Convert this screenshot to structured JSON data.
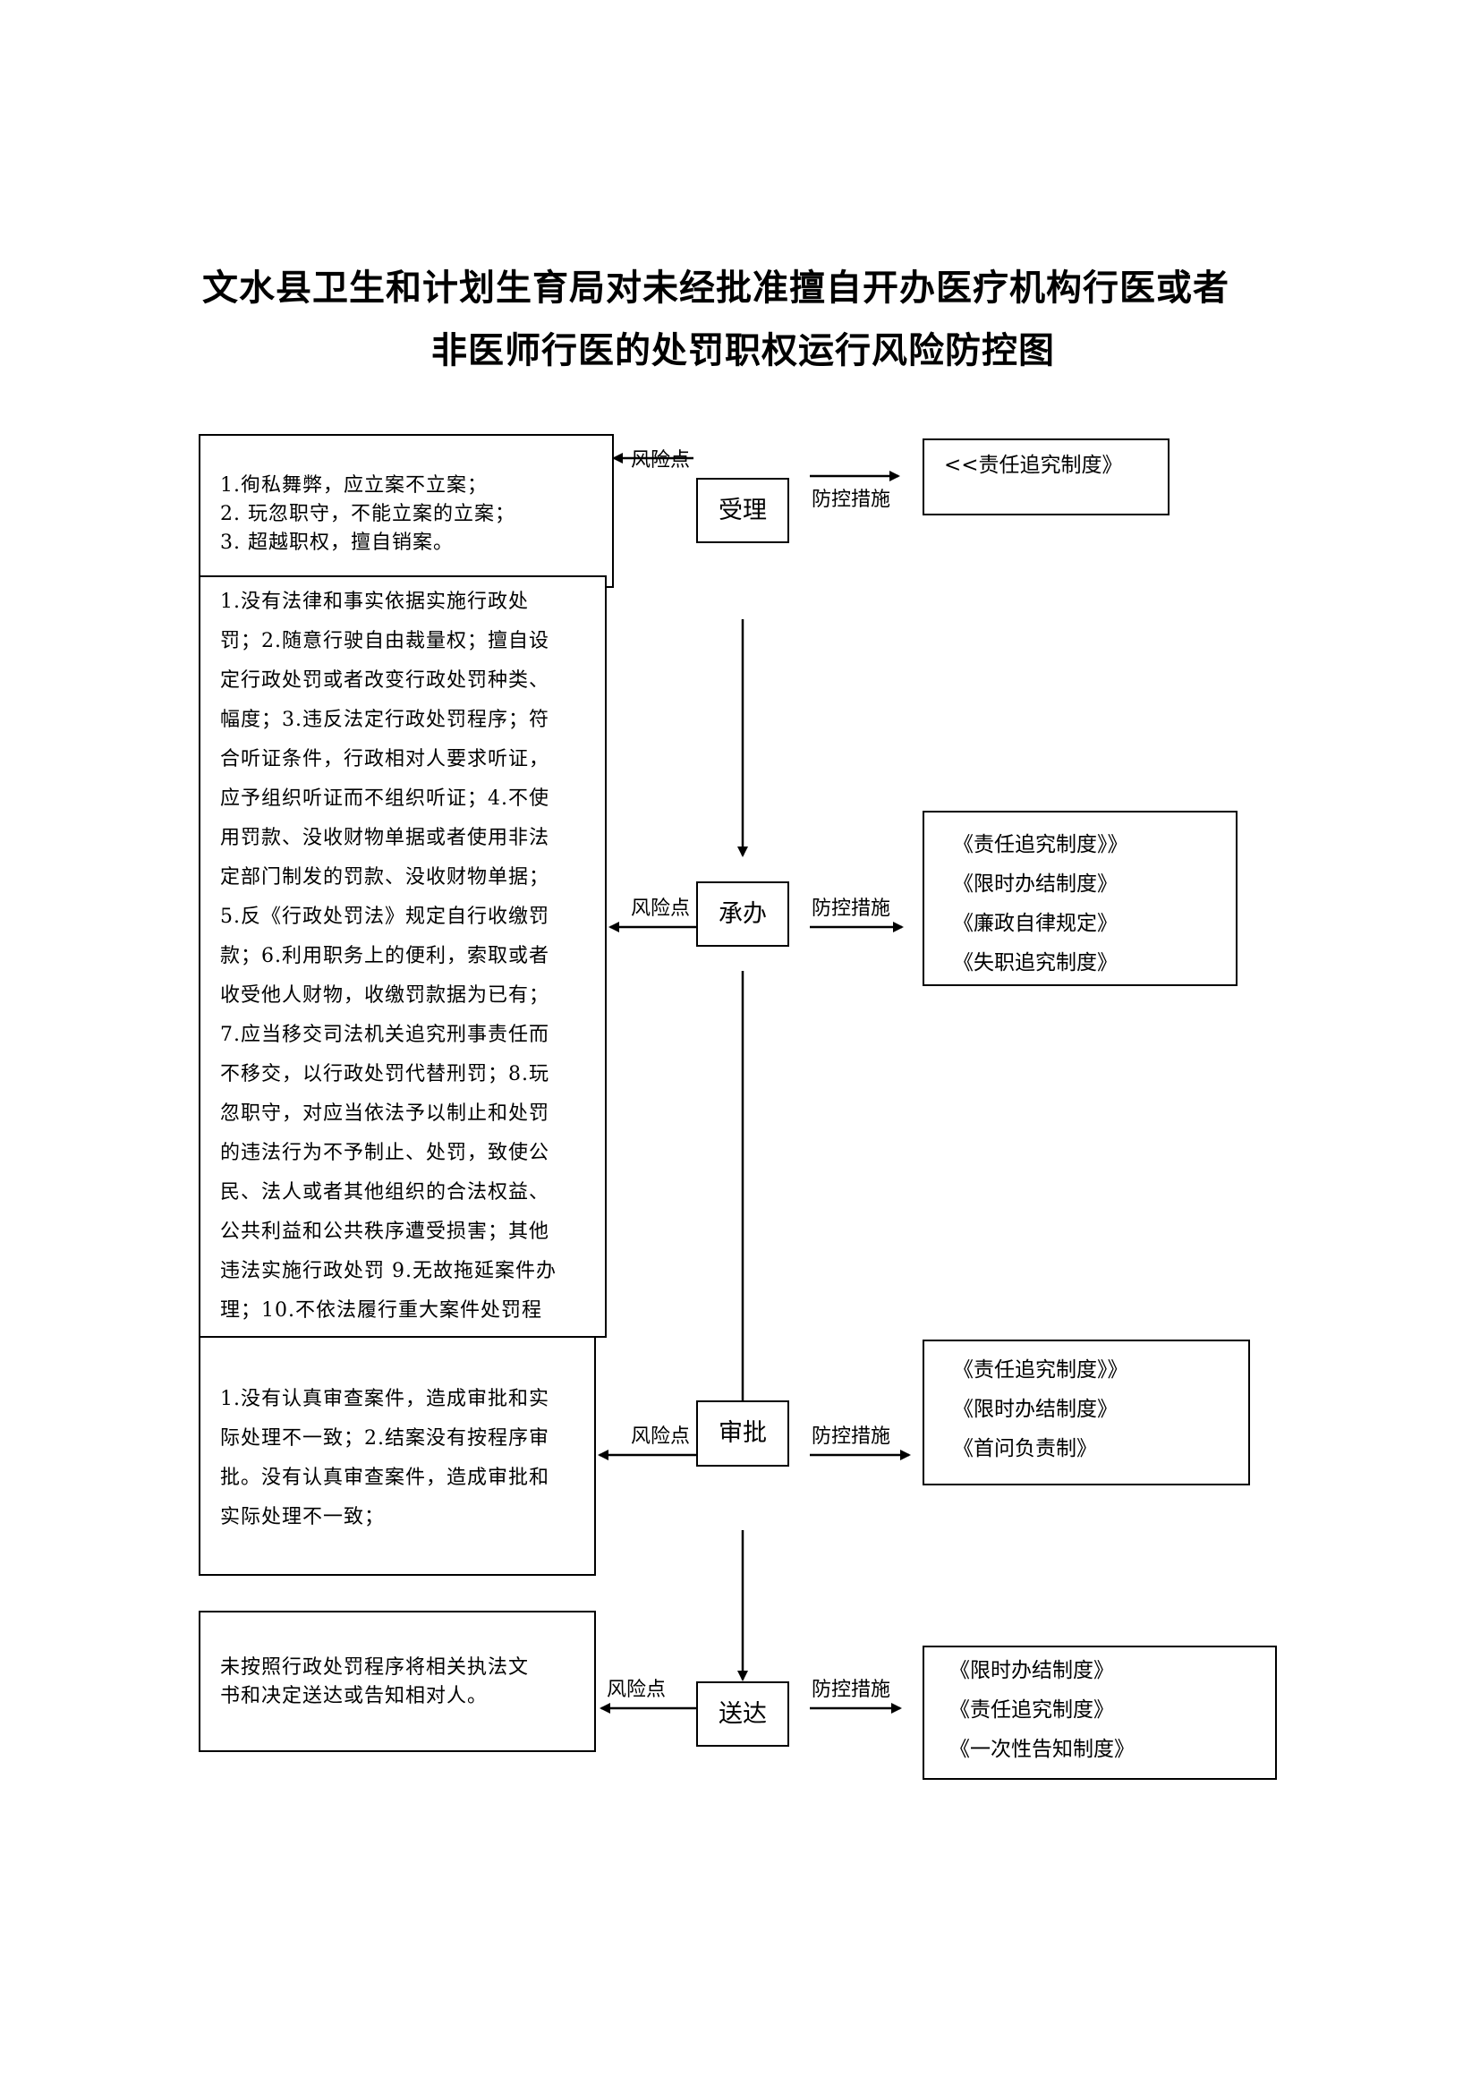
{
  "title": {
    "line1": "文水县卫生和计划生育局对未经批准擅自开办医疗机构行医或者",
    "line2": "非医师行医的处罚职权运行风险防控图"
  },
  "labels": {
    "risk_point": "风险点",
    "control_measure": "防控措施"
  },
  "steps": [
    {
      "name": "受理",
      "risks": [
        "1.徇私舞弊，应立案不立案；",
        "2.  玩忽职守，不能立案的立案；",
        "3.  超越职权，擅自销案。"
      ],
      "measures": [
        "<<责任追究制度》"
      ]
    },
    {
      "name": "承办",
      "risks": [
        "1.没有法律和事实依据实施行政处",
        "罚；2.随意行驶自由裁量权；擅自设",
        "定行政处罚或者改变行政处罚种类、",
        "幅度；3.违反法定行政处罚程序；符",
        "合听证条件，行政相对人要求听证，",
        "应予组织听证而不组织听证；4.不使",
        "用罚款、没收财物单据或者使用非法",
        "定部门制发的罚款、没收财物单据；",
        "5.反《行政处罚法》规定自行收缴罚",
        "款；6.利用职务上的便利，索取或者",
        "收受他人财物，收缴罚款据为已有；",
        "7.应当移交司法机关追究刑事责任而",
        "不移交，以行政处罚代替刑罚；8.玩",
        "忽职守，对应当依法予以制止和处罚",
        "的违法行为不予制止、处罚，致使公",
        "民、法人或者其他组织的合法权益、",
        "公共利益和公共秩序遭受损害；其他",
        "违法实施行政处罚 9.无故拖延案件办",
        "理；10.不依法履行重大案件处罚程"
      ],
      "measures": [
        "《责任追究制度》》",
        "《限时办结制度》",
        "《廉政自律规定》",
        "《失职追究制度》"
      ]
    },
    {
      "name": "审批",
      "risks": [
        "1.没有认真审查案件，造成审批和实",
        "际处理不一致；2.结案没有按程序审",
        "批。没有认真审查案件，造成审批和",
        "实际处理不一致；"
      ],
      "measures": [
        "《责任追究制度》》",
        "《限时办结制度》",
        "《首问负责制》"
      ]
    },
    {
      "name": "送达",
      "risks": [
        "未按照行政处罚程序将相关执法文",
        "书和决定送达或告知相对人。"
      ],
      "measures": [
        "《限时办结制度》",
        "《责任追究制度》",
        "《一次性告知制度》"
      ]
    }
  ]
}
